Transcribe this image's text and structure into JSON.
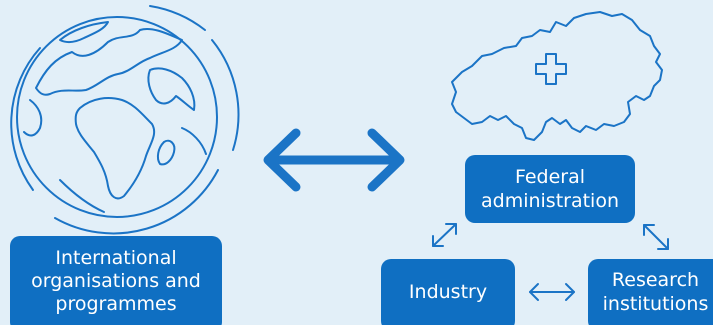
{
  "diagram": {
    "nodes": {
      "international": {
        "label": "International\norganisations and\nprogrammes"
      },
      "federal": {
        "label": "Federal\nadministration"
      },
      "industry": {
        "label": "Industry"
      },
      "research": {
        "label": "Research\ninstitutions"
      }
    },
    "icons": {
      "globe": "globe-icon",
      "switzerland": "switzerland-map-icon"
    },
    "colors": {
      "background": "#e2eff8",
      "box": "#0f6fc2",
      "box_text": "#ffffff",
      "line": "#1b74c6"
    }
  }
}
